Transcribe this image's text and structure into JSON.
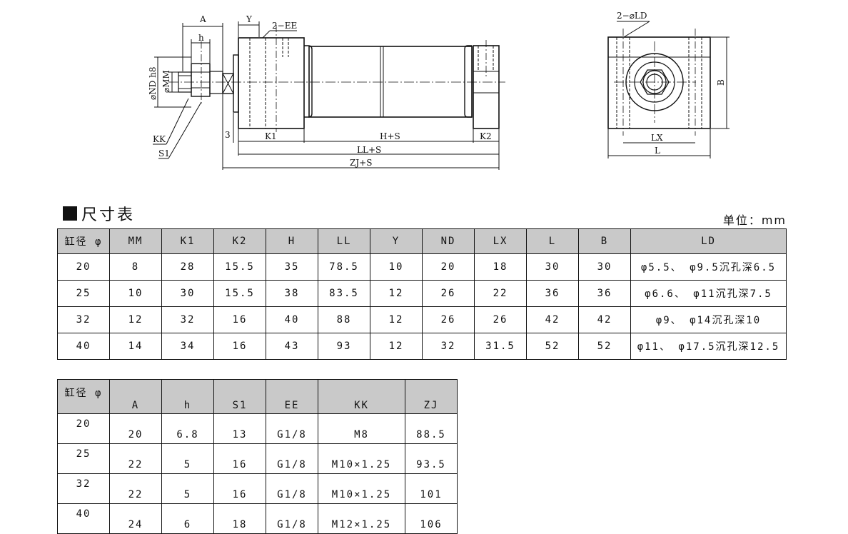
{
  "drawing": {
    "side_view_labels": {
      "a": "A",
      "y": "Y",
      "ee": "2−EE",
      "h": "h",
      "nd": "⌀ND h8",
      "mm": "⌀MM",
      "kk": "KK",
      "s1": "S1",
      "three": "3",
      "k1": "K1",
      "hs": "H+S",
      "k2": "K2",
      "lls": "LL+S",
      "zjs": "ZJ+S"
    },
    "end_view_labels": {
      "ld": "2−⌀LD",
      "b": "B",
      "lx": "LX",
      "l": "L"
    }
  },
  "section": {
    "title": "尺寸表",
    "unit": "单位：mm"
  },
  "table1": {
    "headers": [
      "缸径 φ",
      "MM",
      "K1",
      "K2",
      "H",
      "LL",
      "Y",
      "ND",
      "LX",
      "L",
      "B",
      "LD"
    ],
    "rows": [
      [
        "20",
        "8",
        "28",
        "15.5",
        "35",
        "78.5",
        "10",
        "20",
        "18",
        "30",
        "30",
        "φ5.5、 φ9.5沉孔深6.5"
      ],
      [
        "25",
        "10",
        "30",
        "15.5",
        "38",
        "83.5",
        "12",
        "26",
        "22",
        "36",
        "36",
        "φ6.6、 φ11沉孔深7.5"
      ],
      [
        "32",
        "12",
        "32",
        "16",
        "40",
        "88",
        "12",
        "26",
        "26",
        "42",
        "42",
        "φ9、 φ14沉孔深10"
      ],
      [
        "40",
        "14",
        "34",
        "16",
        "43",
        "93",
        "12",
        "32",
        "31.5",
        "52",
        "52",
        "φ11、 φ17.5沉孔深12.5"
      ]
    ]
  },
  "table2": {
    "headers": [
      "缸径 φ",
      "A",
      "h",
      "S1",
      "EE",
      "KK",
      "ZJ"
    ],
    "rows": [
      [
        "20",
        "20",
        "6.8",
        "13",
        "G1/8",
        "M8",
        "88.5"
      ],
      [
        "25",
        "22",
        "5",
        "16",
        "G1/8",
        "M10×1.25",
        "93.5"
      ],
      [
        "32",
        "22",
        "5",
        "16",
        "G1/8",
        "M10×1.25",
        "101"
      ],
      [
        "40",
        "24",
        "6",
        "18",
        "G1/8",
        "M12×1.25",
        "106"
      ]
    ]
  }
}
